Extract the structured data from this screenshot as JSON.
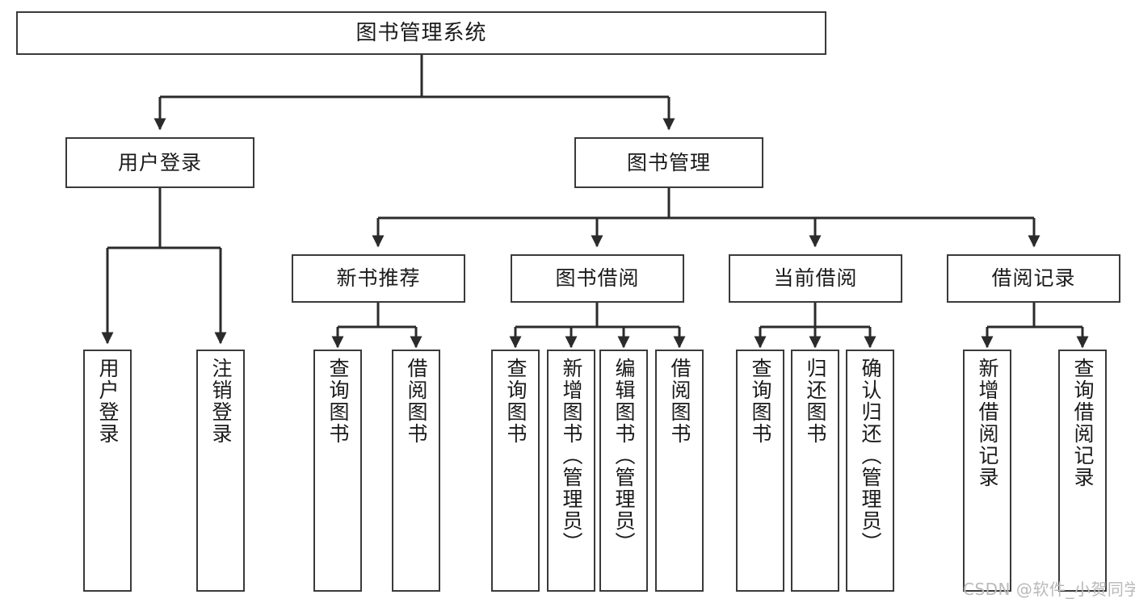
{
  "diagram": {
    "kind": "tree-structure-chart",
    "root": {
      "id": "root",
      "label": "图书管理系统"
    },
    "level2": [
      {
        "id": "user-login",
        "label": "用户登录"
      },
      {
        "id": "book-manage",
        "label": "图书管理"
      }
    ],
    "level3": [
      {
        "id": "new-book-recommend",
        "label": "新书推荐",
        "parent": "book-manage"
      },
      {
        "id": "book-borrow",
        "label": "图书借阅",
        "parent": "book-manage"
      },
      {
        "id": "current-borrow",
        "label": "当前借阅",
        "parent": "book-manage"
      },
      {
        "id": "borrow-record",
        "label": "借阅记录",
        "parent": "book-manage"
      }
    ],
    "leaves": [
      {
        "id": "leaf-user-login",
        "label": "用户登录",
        "parent": "user-login"
      },
      {
        "id": "leaf-logout-login",
        "label": "注销登录",
        "parent": "user-login"
      },
      {
        "id": "leaf-query-book-1",
        "label": "查询图书",
        "parent": "new-book-recommend"
      },
      {
        "id": "leaf-borrow-book-1",
        "label": "借阅图书",
        "parent": "new-book-recommend"
      },
      {
        "id": "leaf-query-book-2",
        "label": "查询图书",
        "parent": "book-borrow"
      },
      {
        "id": "leaf-add-book",
        "label": "新增图书（管理员）",
        "parent": "book-borrow"
      },
      {
        "id": "leaf-edit-book",
        "label": "编辑图书（管理员）",
        "parent": "book-borrow"
      },
      {
        "id": "leaf-borrow-book-2",
        "label": "借阅图书",
        "parent": "book-borrow"
      },
      {
        "id": "leaf-query-book-3",
        "label": "查询图书",
        "parent": "current-borrow"
      },
      {
        "id": "leaf-return-book",
        "label": "归还图书",
        "parent": "current-borrow"
      },
      {
        "id": "leaf-confirm-return",
        "label": "确认归还（管理员）",
        "parent": "current-borrow"
      },
      {
        "id": "leaf-add-record",
        "label": "新增借阅记录",
        "parent": "borrow-record"
      },
      {
        "id": "leaf-query-record",
        "label": "查询借阅记录",
        "parent": "borrow-record"
      }
    ]
  },
  "watermark": {
    "text": "CSDN @软件_小贺同学"
  },
  "colors": {
    "stroke": "#3a3a3a",
    "edge": "#2b2b2b",
    "background": "#ffffff",
    "text": "#1a1a1a",
    "watermark": "#b9b9b9"
  }
}
